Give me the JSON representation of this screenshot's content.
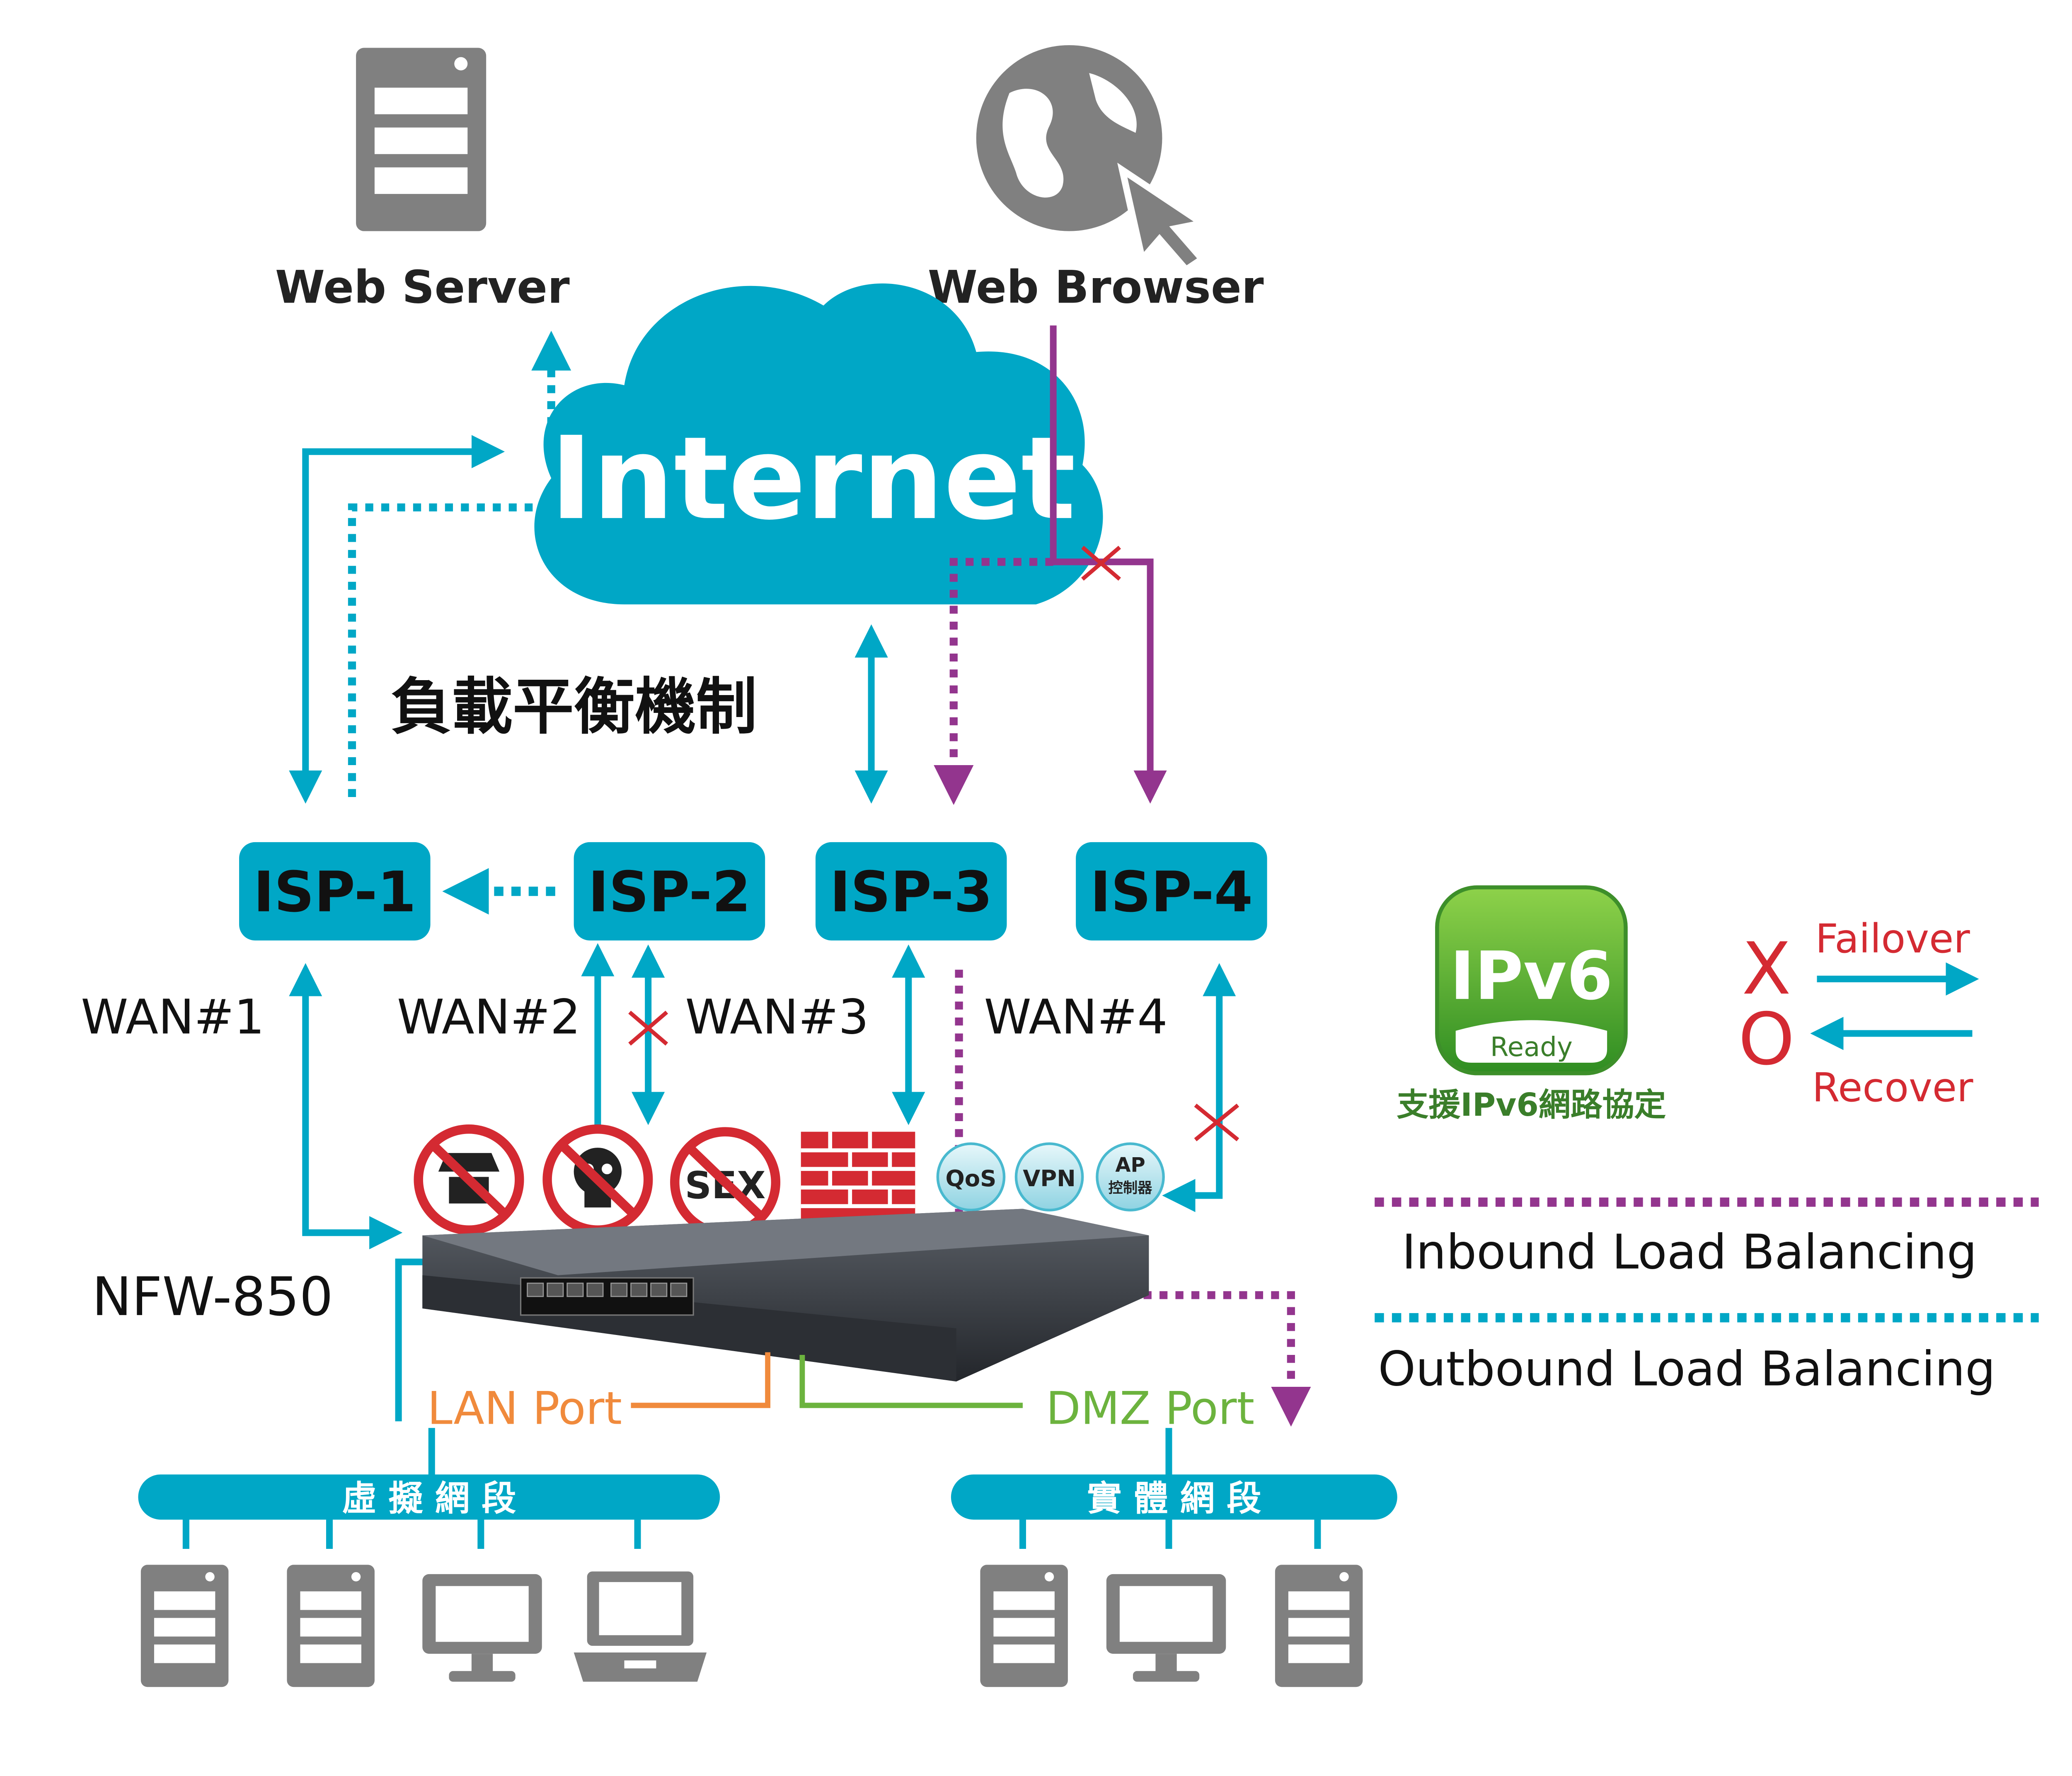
{
  "nodes": {
    "web_server": "Web Server",
    "web_browser": "Web Browser",
    "internet": "Internet",
    "load_balancing_title": "負載平衡機制",
    "isp1": "ISP-1",
    "isp2": "ISP-2",
    "isp3": "ISP-3",
    "isp4": "ISP-4",
    "wan1": "WAN#1",
    "wan2": "WAN#2",
    "wan3": "WAN#3",
    "wan4": "WAN#4",
    "device": "NFW-850",
    "lan_port": "LAN Port",
    "dmz_port": "DMZ Port",
    "virtual_segment": "虛 擬 網 段",
    "physical_segment": "實 體 網 段"
  },
  "feature_badges": {
    "sex": "SEX",
    "qos": "QoS",
    "vpn": "VPN",
    "ap_line1": "AP",
    "ap_line2": "控制器"
  },
  "ipv6_badge": {
    "title": "IPv6",
    "subtitle": "Ready",
    "caption": "支援IPv6網路協定"
  },
  "legend": {
    "failover_symbol": "X",
    "failover_label": "Failover",
    "recover_symbol": "O",
    "recover_label": "Recover",
    "inbound": "Inbound Load Balancing",
    "outbound": "Outbound Load Balancing"
  },
  "colors": {
    "cyan": "#00a7c6",
    "purple": "#93358e",
    "red": "#d42a32",
    "orange": "#f08a3c",
    "green": "#6cb33e",
    "gray": "#808080",
    "dark_text": "#222222",
    "green_text": "#3a7e2a"
  },
  "icons": [
    "server-icon",
    "globe-cursor-icon",
    "cloud-icon",
    "spy-prohibited-icon",
    "skull-prohibited-icon",
    "sex-prohibited-icon",
    "firewall-brick-icon",
    "desktop-icon",
    "laptop-icon"
  ]
}
